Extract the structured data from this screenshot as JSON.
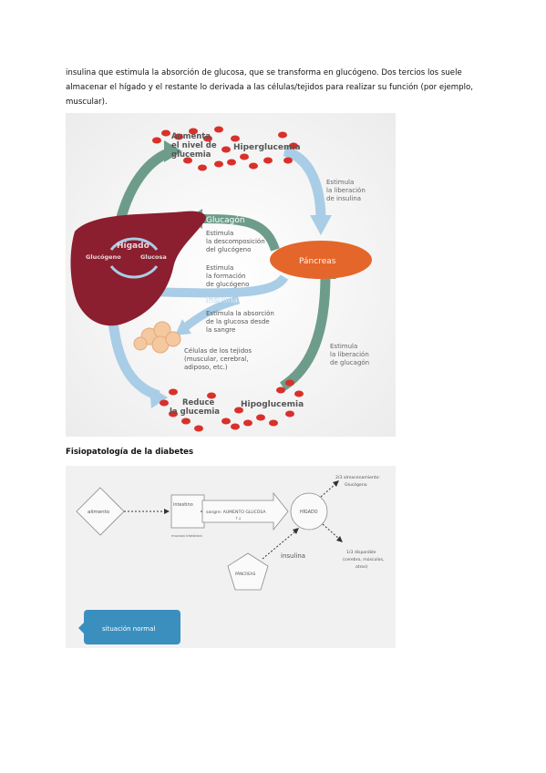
{
  "intro_text": "insulina que estimula la absorción de glucosa, que se transforma en glucógeno. Dos tercios los suele almacenar el hígado y el restante lo derivada a las células/tejidos para realizar su función (por ejemplo, muscular).",
  "section_heading": "Fisiopatología de la diabetes",
  "figure1": {
    "aumenta_1": "Aumenta",
    "aumenta_2": "el nivel de",
    "aumenta_3": "glucemia",
    "hiperglucemia": "Hiperglucemia",
    "estimula_ins_1": "Estimula",
    "estimula_ins_2": "la liberación",
    "estimula_ins_3": "de insulina",
    "glucagon": "Glucagón",
    "glucagon_desc_1": "Estimula",
    "glucagon_desc_2": "la descomposición",
    "glucagon_desc_3": "del glucógeno",
    "formacion_1": "Estimula",
    "formacion_2": "la formación",
    "formacion_3": "de glucógeno",
    "higado": "Hígado",
    "glucogeno": "Glucógeno",
    "glucosa": "Glucosa",
    "pancreas": "Páncreas",
    "insulina": "Insulina",
    "absorcion_1": "Estimula la absorción",
    "absorcion_2": "de la glucosa desde",
    "absorcion_3": "la sangre",
    "celulas_1": "Células de los tejidos",
    "celulas_2": "(muscular, cerebral,",
    "celulas_3": "adiposo, etc.)",
    "estimula_glu_1": "Estimula",
    "estimula_glu_2": "la liberación",
    "estimula_glu_3": "de glucagón",
    "reduce_1": "Reduce",
    "reduce_2": "la glucemia",
    "hipoglucemia": "Hipoglucemia",
    "colors": {
      "liver": "#8b1e2f",
      "pancreas": "#e5662a",
      "arrow_green": "#6d9d8a",
      "arrow_blue": "#a9cde6",
      "cells": "#d9302a"
    }
  },
  "figure2": {
    "alimento": "alimento",
    "intestino": "intestino",
    "mucosa": "mucosa intestinal",
    "sangre": "sangre: AUMENTO GLUCOSA",
    "sangre_sub": "↑↓",
    "higado": "HÍGADO",
    "almacen_1": "2/3 almacenamiento:",
    "almacen_2": "Glucógeno",
    "disponible_1": "1/3 disponible",
    "disponible_2": "(cerebro, músculos,",
    "disponible_3": "otros)",
    "insulina": "insulina",
    "pancreas": "PÁNCREAS",
    "situacion": "situación normal",
    "colors": {
      "badge": "#3b8fbf"
    }
  }
}
